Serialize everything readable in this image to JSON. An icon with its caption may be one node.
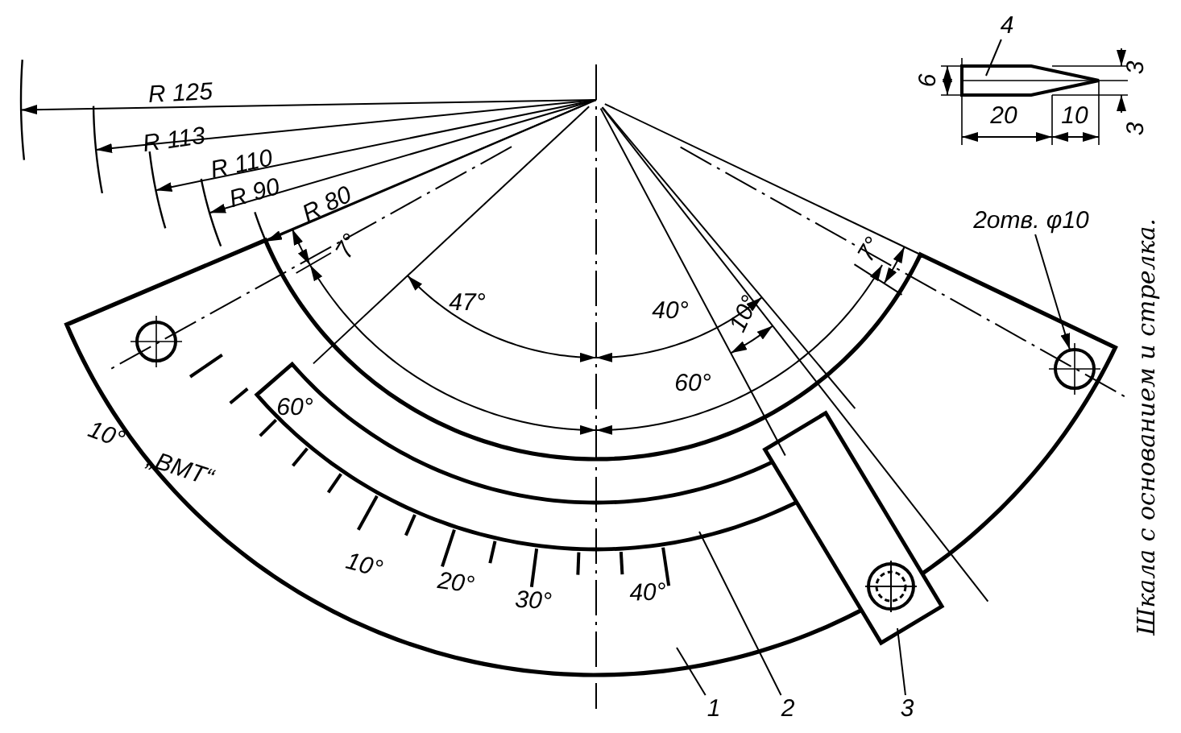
{
  "diagram": {
    "caption": "Шкала с основанием и стрелка.",
    "nodes": [
      {
        "text": [
          "4"
        ]
      },
      {
        "text": [
          "2отв. φ10"
        ]
      },
      {
        "text": [
          "1"
        ]
      },
      {
        "text": [
          "2"
        ]
      },
      {
        "text": [
          "3"
        ]
      }
    ],
    "edges": [
      {
        "from": 0,
        "to": null,
        "arrow": "none"
      },
      {
        "from": 1,
        "to": null,
        "arrow": "to"
      },
      {
        "from": 2,
        "to": null,
        "arrow": "none"
      },
      {
        "from": 3,
        "to": null,
        "arrow": "none"
      },
      {
        "from": 4,
        "to": null,
        "arrow": "none"
      }
    ],
    "labels": [
      "R 125",
      "R 113",
      "R 110",
      "R 90",
      "R 80",
      "7°",
      "47°",
      "40°",
      "10°",
      "7°",
      "60°",
      "60°",
      "6",
      "20",
      "10",
      "3",
      "3",
      "10°",
      "„ВМТ“",
      "10°",
      "20°",
      "30°",
      "40°"
    ]
  }
}
